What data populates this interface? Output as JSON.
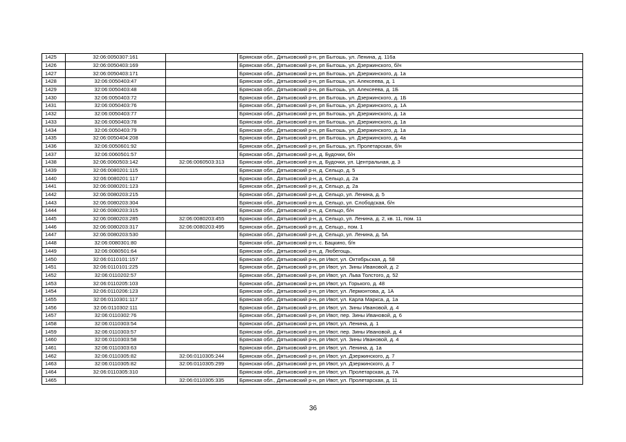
{
  "table": {
    "rows": [
      [
        "1425",
        "32:06:0050307:161",
        "",
        "Брянская обл., Дятьковский р-н, рп Бытошь, ул. Ленина, д. 116а"
      ],
      [
        "1426",
        "32:06:0050403:169",
        "",
        "Брянская обл., Дятьковский р-н, рп Бытошь, ул. Дзержинского, б/н"
      ],
      [
        "1427",
        "32:06:0050403:171",
        "",
        "Брянская обл., Дятьковский р-н, рп Бытошь, ул. Дзержинского, д. 1а"
      ],
      [
        "1428",
        "32:06:0050403:47",
        "",
        "Брянская обл., Дятьковский р-н, рп Бытошь, ул. Алексеева, д. 1"
      ],
      [
        "1429",
        "32:06:0050403:48",
        "",
        "Брянская обл., Дятьковский р-н, рп Бытошь, ул. Алексеева, д. 1Б"
      ],
      [
        "1430",
        "32:06:0050403:72",
        "",
        "Брянская обл., Дятьковский р-н, рп Бытошь, ул. Дзержинского, д. 1Б"
      ],
      [
        "1431",
        "32:06:0050403:76",
        "",
        "Брянская обл., Дятьковский р-н, рп Бытошь, ул. Дзержинского, д. 1А"
      ],
      [
        "1432",
        "32:06:0050403:77",
        "",
        "Брянская обл., Дятьковский р-н, рп Бытошь, ул. Дзержинского, д. 1а"
      ],
      [
        "1433",
        "32:06:0050403:78",
        "",
        "Брянская обл., Дятьковский р-н, рп Бытошь, ул. Дзержинского, д. 1а"
      ],
      [
        "1434",
        "32:06:0050403:79",
        "",
        "Брянская обл., Дятьковский р-н, рп Бытошь, ул. Дзержинского, д. 1а"
      ],
      [
        "1435",
        "32:06:0050404:208",
        "",
        "Брянская обл., Дятьковский р-н, рп Бытошь, ул. Дзержинского, д. 4а"
      ],
      [
        "1436",
        "32:06:0050601:92",
        "",
        "Брянская обл., Дятьковский р-н, рп Бытошь, ул. Пролетарская, б/н"
      ],
      [
        "1437",
        "32:06:0060501:57",
        "",
        "Брянская обл., Дятьковский р-н, д. Будочки, б/н"
      ],
      [
        "1438",
        "32:06:0060503:142",
        "32:06:0060503:313",
        "Брянская обл., Дятьковский р-н, д. Будочки, ул. Центральная, д. 3"
      ],
      [
        "1439",
        "32:06:0080201:115",
        "",
        "Брянская обл., Дятьковский р-н, д. Сельцо, д. 5"
      ],
      [
        "1440",
        "32:06:0080201:117",
        "",
        "Брянская обл., Дятьковский р-н, д. Сельцо, д. 2а"
      ],
      [
        "1441",
        "32:06:0080201:123",
        "",
        "Брянская обл., Дятьковский р-н, д. Сельцо, д. 2а"
      ],
      [
        "1442",
        "32:06:0080203:215",
        "",
        "Брянская обл., Дятьковский р-н, д. Сельцо, ул. Ленина, д. 5"
      ],
      [
        "1443",
        "32:06:0080203:304",
        "",
        "Брянская обл., Дятьковский р-н, д. Сельцо, ул. Слободская, б/н"
      ],
      [
        "1444",
        "32:06:0080203:315",
        "",
        "Брянская обл., Дятьковский р-н, д. Сельцо, б/н"
      ],
      [
        "1445",
        "32:06:0080203:285",
        "32:06:0080203:455",
        "Брянская обл., Дятьковский р-н, д. Сельцо, ул. Ленина, д. 2, кв. 11, пом. 11"
      ],
      [
        "1446",
        "32:06:0080203:317",
        "32:06:0080203:495",
        "Брянская обл., Дятьковский р-н, д. Сельцо,, пом. 1"
      ],
      [
        "1447",
        "32:06:0080203:530",
        "",
        "Брянская обл., Дятьковский р-н, д. Сельцо, ул. Ленина, д. 5А"
      ],
      [
        "1448",
        "32:06:0080301:80",
        "",
        "Брянская обл., Дятьковский р-н, с. Бацкино, б/н"
      ],
      [
        "1449",
        "32:06:0080501:64",
        "",
        "Брянская обл., Дятьковский р-н, д. Любегощь,"
      ],
      [
        "1450",
        "32:06:0110101:157",
        "",
        "Брянская обл., Дятьковский р-н, рп Ивот, ул. Октябрьская, д. 58"
      ],
      [
        "1451",
        "32:06:0110101:225",
        "",
        "Брянская обл., Дятьковский р-н, рп Ивот, ул. Зины Ивановой, д. 2"
      ],
      [
        "1452",
        "32:06:0110202:57",
        "",
        "Брянская обл., Дятьковский р-н, рп Ивот, ул. Льва Толстого, д. 52"
      ],
      [
        "1453",
        "32:06:0110205:103",
        "",
        "Брянская обл., Дятьковский р-н, рп Ивот, ул. Горького, д. 48"
      ],
      [
        "1454",
        "32:06:0110206:123",
        "",
        "Брянская обл., Дятьковский р-н, рп Ивот, ул. Лермонтова, д. 1А"
      ],
      [
        "1455",
        "32:06:0110301:117",
        "",
        "Брянская обл., Дятьковский р-н, рп Ивот, ул. Карла Маркса, д. 1а"
      ],
      [
        "1456",
        "32:06:0110302:111",
        "",
        "Брянская обл., Дятьковский р-н, рп Ивот, ул. Зины Ивановой, д. 4"
      ],
      [
        "1457",
        "32:06:0110302:76",
        "",
        "Брянская обл., Дятьковский р-н, рп Ивот, пер. Зины Ивановой, д. 6"
      ],
      [
        "1458",
        "32:06:0110303:54",
        "",
        "Брянская обл., Дятьковский р-н, рп Ивот, ул. Ленина, д. 1"
      ],
      [
        "1459",
        "32:06:0110303:57",
        "",
        "Брянская обл., Дятьковский р-н, рп Ивот, пер. Зины Ивановой, д. 4"
      ],
      [
        "1460",
        "32:06:0110303:58",
        "",
        "Брянская обл., Дятьковский р-н, рп Ивот, ул. Зины Ивановой, д. 4"
      ],
      [
        "1461",
        "32:06:0110303:63",
        "",
        "Брянская обл., Дятьковский р-н, рп Ивот, ул. Ленина, д. 1а"
      ],
      [
        "1462",
        "32:06:0110305:82",
        "32:06:0110305:244",
        "Брянская обл., Дятьковский р-н, рп Ивот, ул. Дзержинского, д. 7"
      ],
      [
        "1463",
        "32:06:0110305:82",
        "32:06:0110305:299",
        "Брянская обл., Дятьковский р-н, рп Ивот, ул. Дзержинского, д. 7"
      ],
      [
        "1464",
        "32:06:0110305:310",
        "",
        "Брянская обл., Дятьковский р-н, рп Ивот, ул. Пролетарская, д. 7А"
      ],
      [
        "1465",
        "",
        "32:06:0110305:335",
        "Брянская обл., Дятьковский р-н, рп Ивот, ул. Пролетарская, д. 11"
      ]
    ]
  },
  "page_number": "36"
}
